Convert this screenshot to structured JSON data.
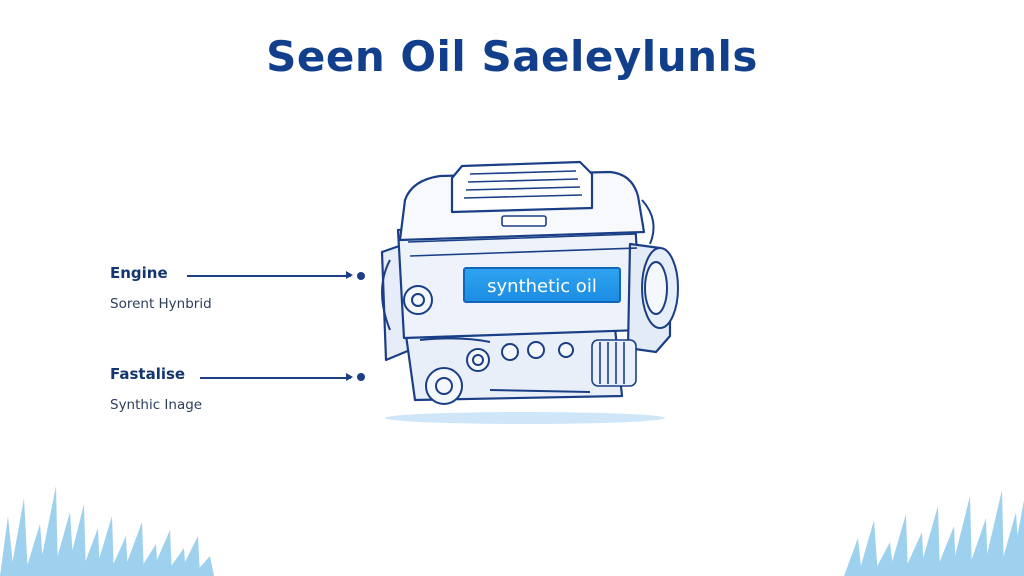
{
  "title": "Seen Oil Saeleylunls",
  "callouts": [
    {
      "label": "Engine",
      "sub": "Sorent Hynbrid"
    },
    {
      "label": "Fastalise",
      "sub": "Synthic Inage"
    }
  ],
  "engine_tag": "synthetic oil",
  "colors": {
    "title": "#123f8c",
    "line": "#1c3f85",
    "tag_fill": "#1c8de4",
    "grass": "#8ec9ec"
  }
}
